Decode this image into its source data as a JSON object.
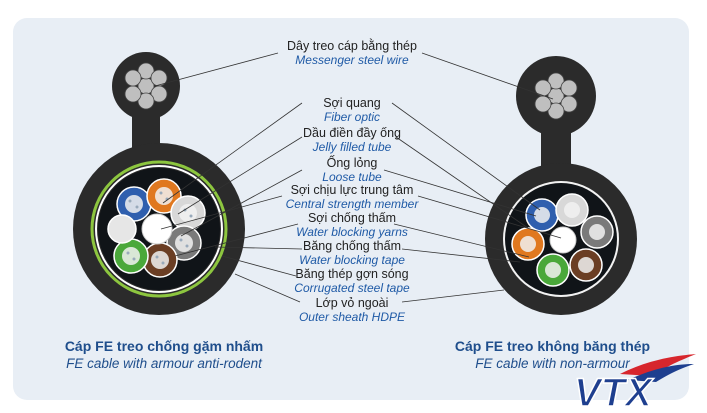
{
  "labels": [
    {
      "vi": "Dây treo cáp bằng thép",
      "en": "Messenger steel wire"
    },
    {
      "vi": "Sợi quang",
      "en": "Fiber optic"
    },
    {
      "vi": "Dầu điền đầy ống",
      "en": "Jelly filled tube"
    },
    {
      "vi": "Ống lỏng",
      "en": "Loose tube"
    },
    {
      "vi": "Sợi chịu lực trung tâm",
      "en": "Central strength member"
    },
    {
      "vi": "Sợi chống thấm",
      "en": "Water blocking yarns"
    },
    {
      "vi": "Băng chống thấm",
      "en": "Water blocking tape"
    },
    {
      "vi": "Băng thép gợn sóng",
      "en": "Corrugated steel tape"
    },
    {
      "vi": "Lớp vỏ ngoài",
      "en": "Outer sheath HDPE"
    }
  ],
  "left_caption": {
    "vi": "Cáp FE treo chống gặm nhấm",
    "en": "FE cable with armour anti-rodent"
  },
  "right_caption": {
    "vi": "Cáp FE treo không băng thép",
    "en": "FE cable with non-armour"
  },
  "logo": {
    "text": "VTX",
    "colors": {
      "blue": "#1e3f8f",
      "red": "#d7262d"
    }
  },
  "colors": {
    "sheath": "#2b2b2b",
    "background": "#e8eef5",
    "label_en": "#1f5aa6",
    "caption": "#1f4e8c"
  }
}
